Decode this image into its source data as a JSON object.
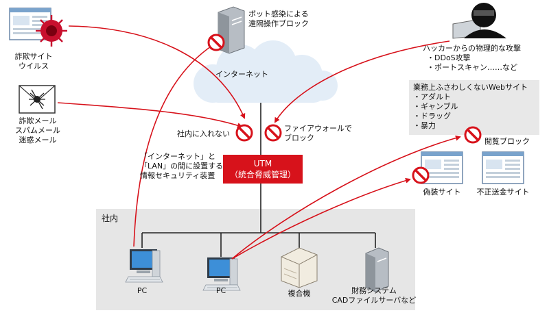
{
  "diagram": {
    "internet_label": "インターネット",
    "shanai_label": "社内",
    "utm": {
      "line1": "UTM",
      "line2": "（統合脅威管理）"
    },
    "utm_note": [
      "「インターネット」と",
      "「LAN」の間に設置する",
      "情報セキュリティ装置"
    ],
    "bot_label": [
      "ボット感染による",
      "遠隔操作ブロック"
    ],
    "hacker_label": [
      "ハッカーからの物理的な攻撃",
      "・DDoS攻撃",
      "・ポートスキャン……など"
    ],
    "web_label": [
      "業務上ふさわしくないWebサイト",
      "・アダルト",
      "・ギャンブル",
      "・ドラッグ",
      "・暴力"
    ],
    "fraud_site_label": [
      "詐欺サイト",
      "ウイルス"
    ],
    "fraud_mail_label": [
      "詐欺メール",
      "スパムメール",
      "迷惑メール"
    ],
    "block_inside_label": "社内に入れない",
    "firewall_label": [
      "ファイアウォールで",
      "ブロック"
    ],
    "browse_block_label": "閲覧ブロック",
    "fake_site_label": "偽装サイト",
    "fraud_transfer_label": "不正送金サイト",
    "pc1_label": "PC",
    "pc2_label": "PC",
    "mfp_label": "複合機",
    "server_label": [
      "財務システム",
      "CADファイルサーバなど"
    ],
    "colors": {
      "accent": "#d7121b",
      "zone": "#e6e6e6",
      "cloud": "#e3edf7",
      "web_box": "#e8e8e8"
    },
    "icons": [
      "virus-icon",
      "spider-mail-icon",
      "server-icon",
      "hacker-icon",
      "no-entry-icon",
      "pc-icon",
      "printer-icon",
      "website-icon"
    ]
  }
}
